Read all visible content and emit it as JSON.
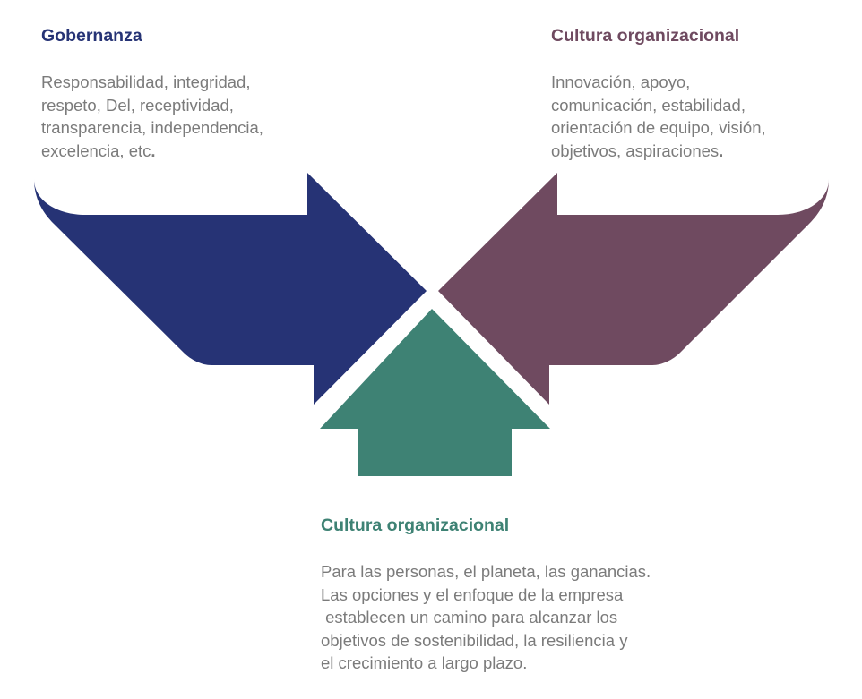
{
  "colors": {
    "governance": "#263375",
    "culture_right": "#6f4a60",
    "culture_bottom": "#3e8274",
    "body_text": "#7b7b7b"
  },
  "governance": {
    "title": "Gobernanza",
    "lines": [
      "Responsabilidad, integridad,",
      "respeto, Del, receptividad,",
      "transparencia, independencia,",
      "excelencia, etc"
    ],
    "end_mark": "."
  },
  "culture_right": {
    "title": "Cultura organizacional",
    "lines": [
      "Innovación, apoyo,",
      "comunicación, estabilidad,",
      "orientación de equipo, visión,",
      "objetivos, aspiraciones"
    ],
    "end_mark": "."
  },
  "culture_bottom": {
    "title": "Cultura organizacional",
    "lines": [
      "Para las personas, el planeta, las ganancias.",
      "Las opciones y el enfoque de la empresa",
      " establecen un camino para alcanzar los",
      "objetivos de sostenibilidad, la resiliencia y",
      "el crecimiento a largo plazo."
    ]
  }
}
